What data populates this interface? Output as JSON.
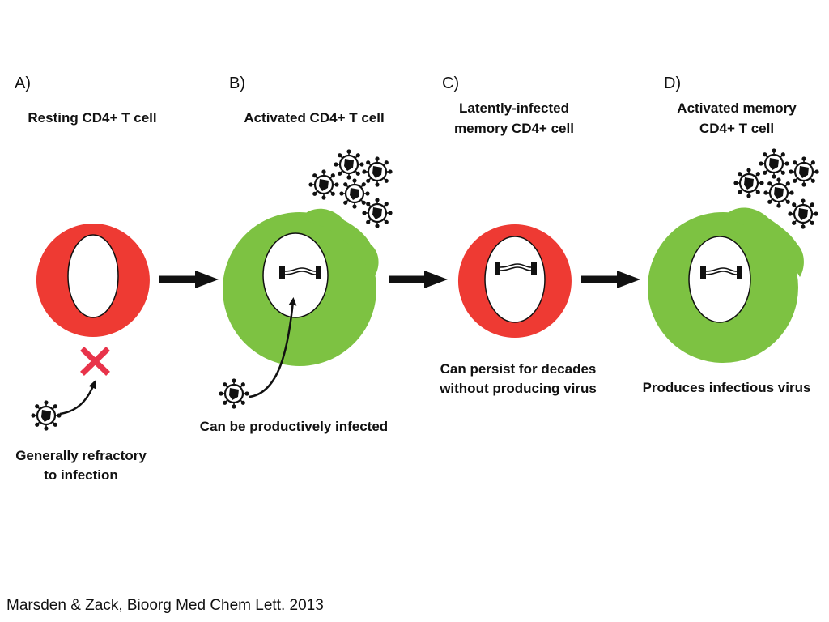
{
  "panels": {
    "a": {
      "letter": "A)",
      "title": "Resting CD4+ T cell",
      "caption": [
        "Generally refractory",
        "to infection"
      ]
    },
    "b": {
      "letter": "B)",
      "title": "Activated CD4+ T cell",
      "caption": [
        "Can be productively infected"
      ]
    },
    "c": {
      "letter": "C)",
      "title": [
        "Latently-infected",
        "memory CD4+ cell"
      ],
      "caption": [
        "Can persist for decades",
        "without producing virus"
      ]
    },
    "d": {
      "letter": "D)",
      "title": [
        "Activated memory",
        "CD4+ T cell"
      ],
      "caption": [
        "Produces infectious virus"
      ]
    }
  },
  "citation": "Marsden & Zack, Bioorg Med Chem Lett. 2013",
  "colors": {
    "resting_cell": "#ee3a33",
    "activated_cell": "#7dc242",
    "block_mark": "#e8334a",
    "ink": "#111111"
  },
  "icons": [
    "virus-icon",
    "provirus-icon",
    "block-x-icon",
    "right-arrow-icon",
    "curved-arrow-icon"
  ]
}
